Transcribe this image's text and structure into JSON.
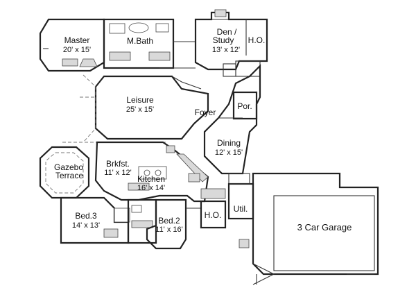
{
  "rooms": {
    "master": {
      "name": "Master",
      "dims": "20' x 15'"
    },
    "mbath": {
      "name": "M.Bath",
      "dims": ""
    },
    "den": {
      "name": "Den /",
      "name2": "Study",
      "dims": "13' x 12'"
    },
    "ho_top": {
      "name": "H.O."
    },
    "leisure": {
      "name": "Leisure",
      "dims": "25' x 15'"
    },
    "foyer": {
      "name": "Foyer"
    },
    "por": {
      "name": "Por."
    },
    "dining": {
      "name": "Dining",
      "dims": "12' x 15'"
    },
    "brkfst": {
      "name": "Brkfst.",
      "dims": "11' x 12'"
    },
    "kitchen": {
      "name": "Kitchen",
      "dims": "16' x 14'"
    },
    "gazebo": {
      "name": "Gazebo",
      "name2": "Terrace"
    },
    "bed3": {
      "name": "Bed.3",
      "dims": "14' x 13'"
    },
    "bed2": {
      "name": "Bed.2",
      "dims": "11' x 16'"
    },
    "ho_bot": {
      "name": "H.O."
    },
    "util": {
      "name": "Util."
    },
    "garage": {
      "name": "3 Car Garage"
    }
  }
}
